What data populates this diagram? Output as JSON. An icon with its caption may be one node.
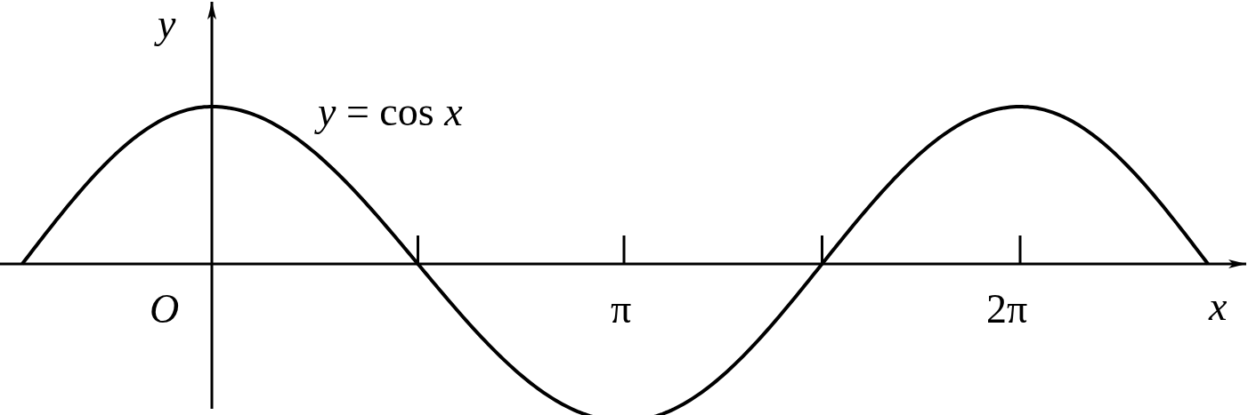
{
  "diagram": {
    "labels": [
      "*y*",
      "*y* = cos *x*",
      "*O*",
      "π",
      "2π",
      "*x*"
    ]
  }
}
